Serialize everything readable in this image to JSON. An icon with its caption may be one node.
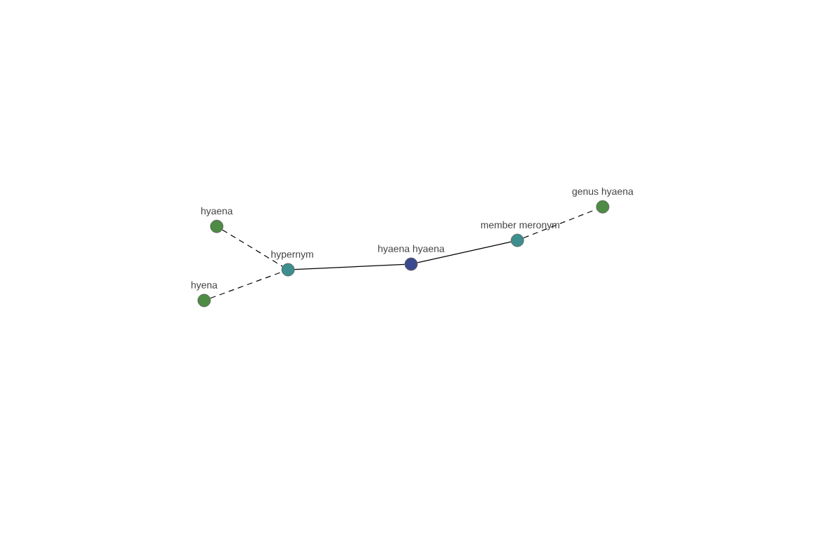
{
  "diagram": {
    "nodes": [
      {
        "text": [
          "hyaena"
        ]
      },
      {
        "text": [
          "hypernym"
        ]
      },
      {
        "text": [
          "hyena"
        ]
      },
      {
        "text": [
          "hyaena hyaena"
        ]
      },
      {
        "text": [
          "member meronym"
        ]
      },
      {
        "text": [
          "genus hyaena"
        ]
      }
    ],
    "edges": [
      {
        "from": 0,
        "to": 1,
        "arrow": "none",
        "style": "dashed"
      },
      {
        "from": 2,
        "to": 1,
        "arrow": "none",
        "style": "dashed"
      },
      {
        "from": 1,
        "to": 3,
        "arrow": "none"
      },
      {
        "from": 3,
        "to": 4,
        "arrow": "none"
      },
      {
        "from": 4,
        "to": 5,
        "arrow": "none",
        "style": "dashed"
      }
    ]
  }
}
